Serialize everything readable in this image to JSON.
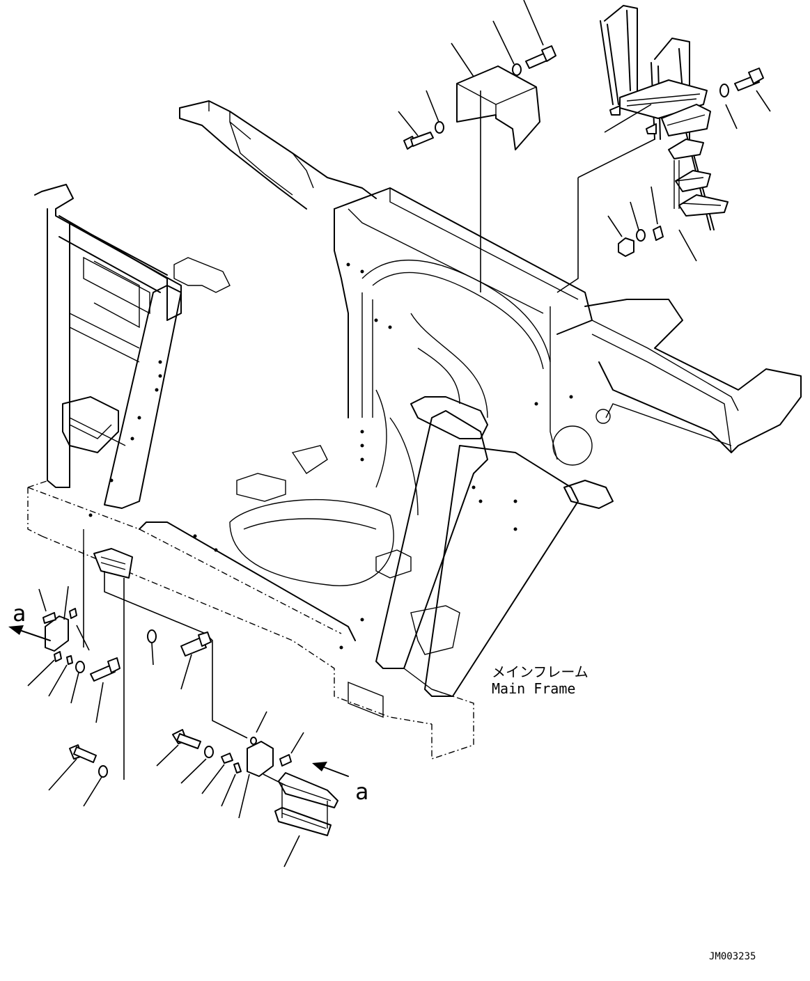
{
  "drawing": {
    "label_jp": "メインフレーム",
    "label_en": "Main Frame",
    "view_marker_left": "a",
    "view_marker_right": "a",
    "drawing_number": "JM003235"
  }
}
